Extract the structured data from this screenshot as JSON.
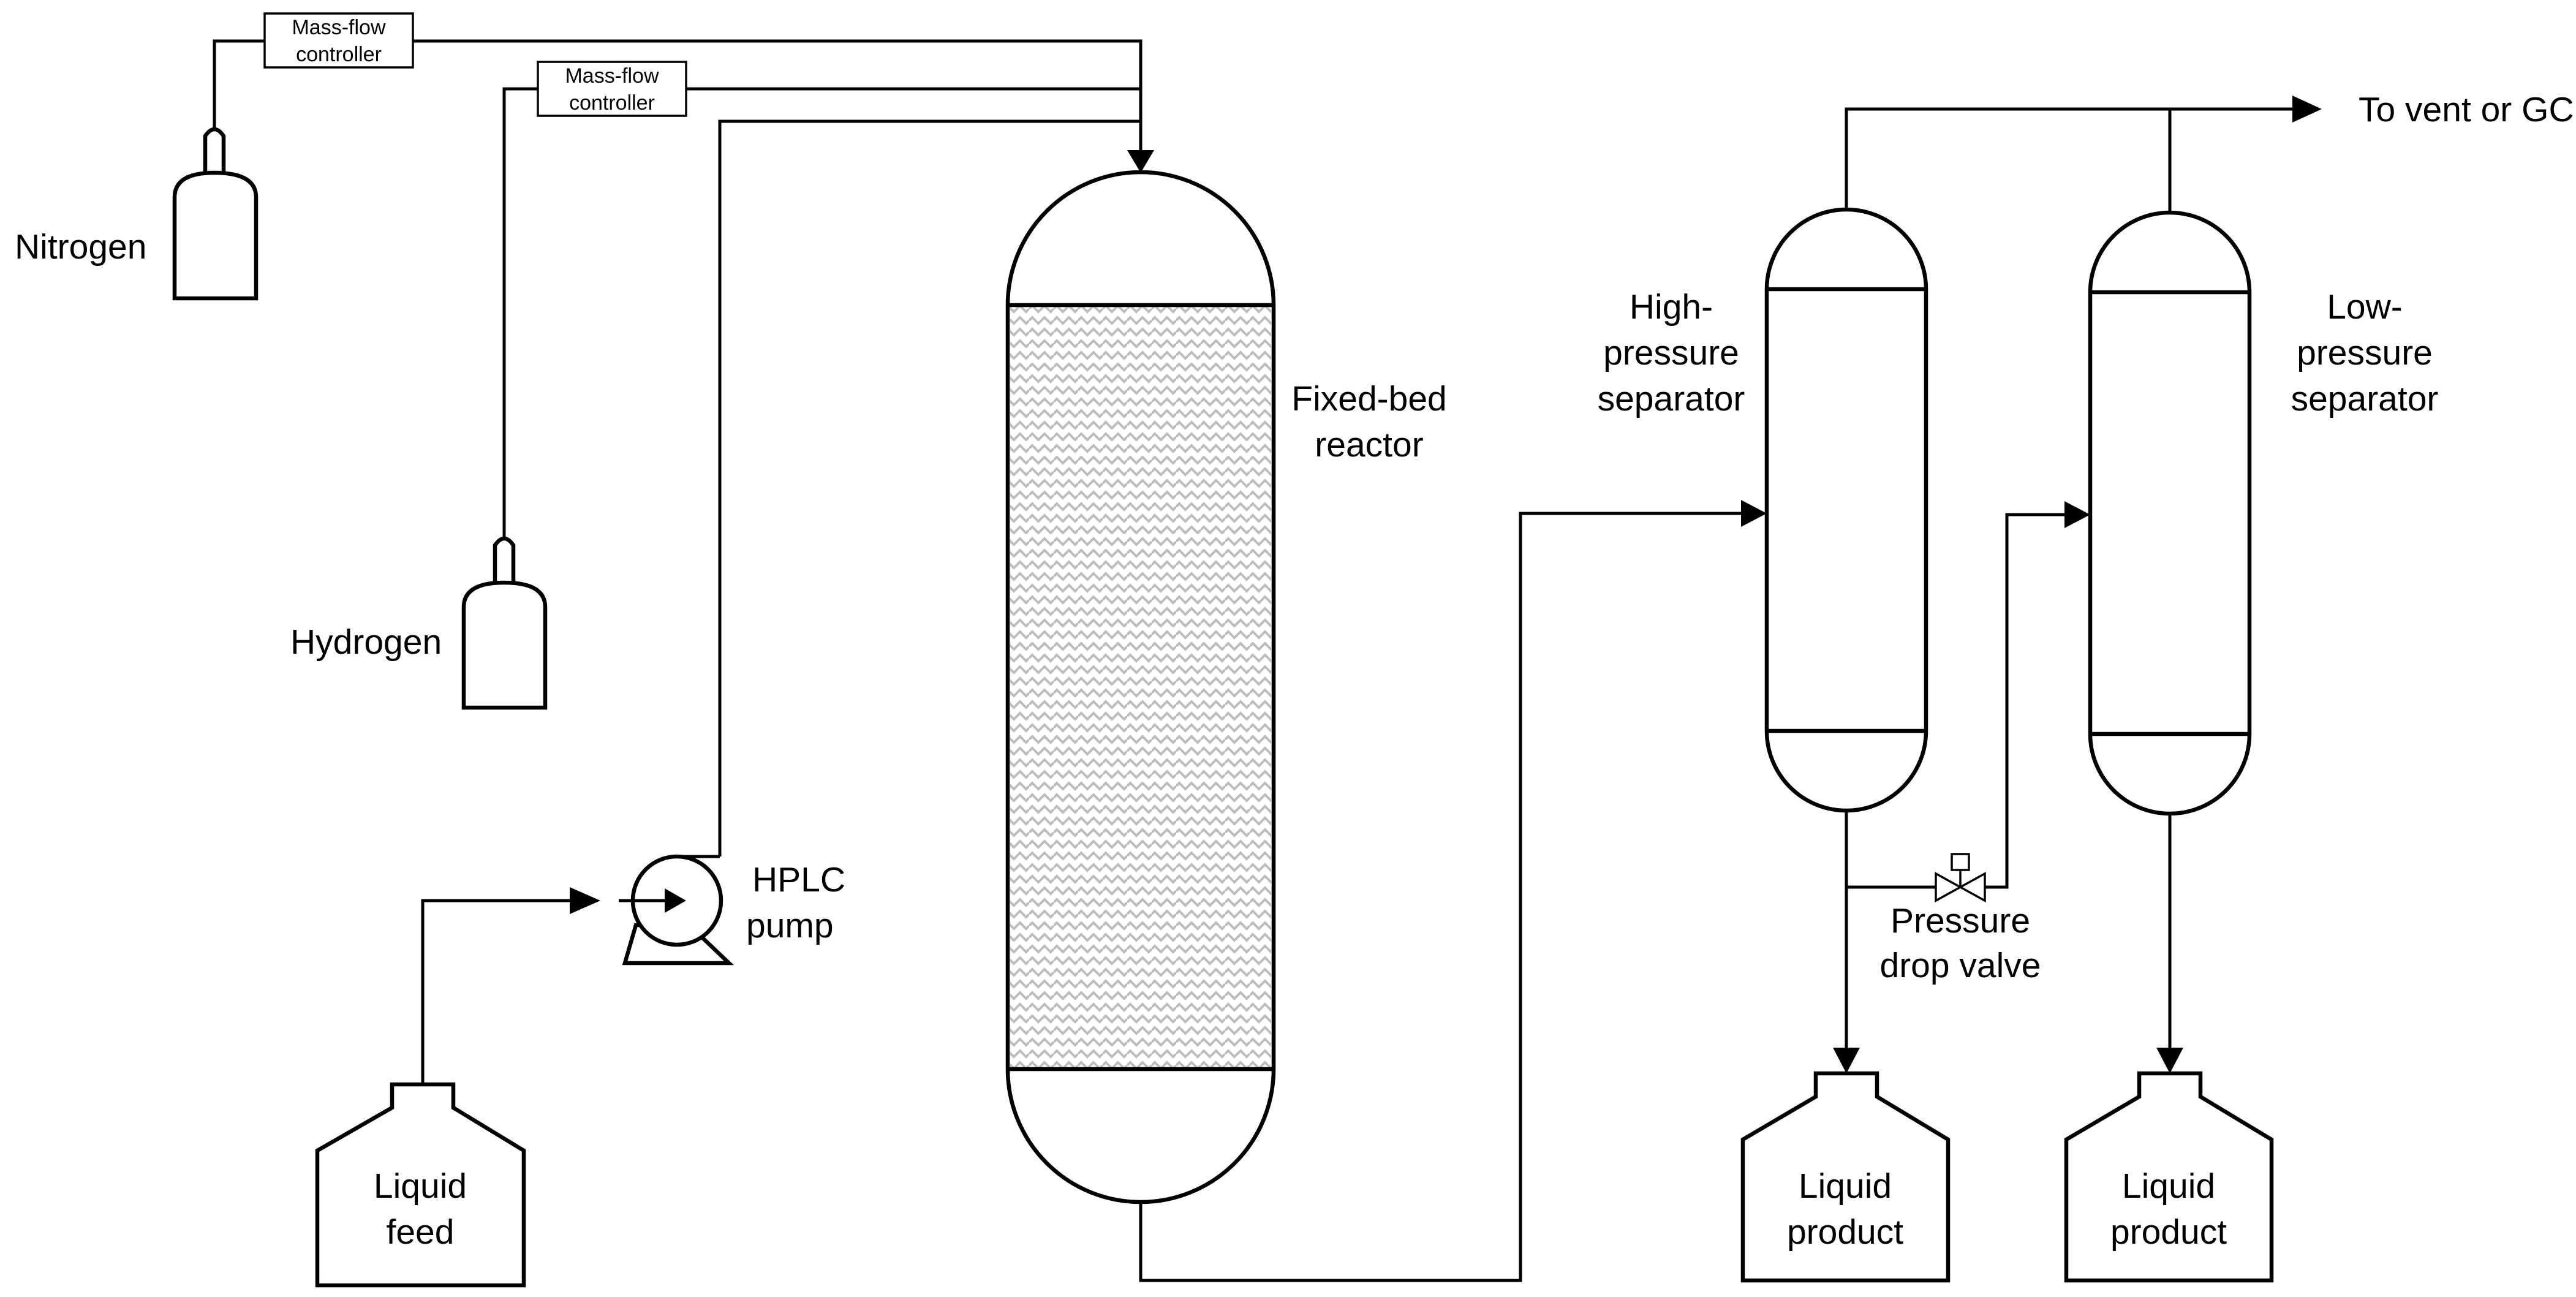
{
  "labels": {
    "nitrogen": "Nitrogen",
    "hydrogen": "Hydrogen",
    "mfc1_line1": "Mass-flow",
    "mfc1_line2": "controller",
    "mfc2_line1": "Mass-flow",
    "mfc2_line2": "controller",
    "pump_line1": "HPLC",
    "pump_line2": "pump",
    "liquid_feed_line1": "Liquid",
    "liquid_feed_line2": "feed",
    "reactor_line1": "Fixed-bed",
    "reactor_line2": "reactor",
    "hps_line1": "High-",
    "hps_line2": "pressure",
    "hps_line3": "separator",
    "lps_line1": "Low-",
    "lps_line2": "pressure",
    "lps_line3": "separator",
    "valve_line1": "Pressure",
    "valve_line2": "drop valve",
    "product1_line1": "Liquid",
    "product1_line2": "product",
    "product2_line1": "Liquid",
    "product2_line2": "product",
    "vent": "To vent or GC"
  },
  "colors": {
    "line": "#000000",
    "background": "#ffffff",
    "packing": "#bdbdbd"
  }
}
